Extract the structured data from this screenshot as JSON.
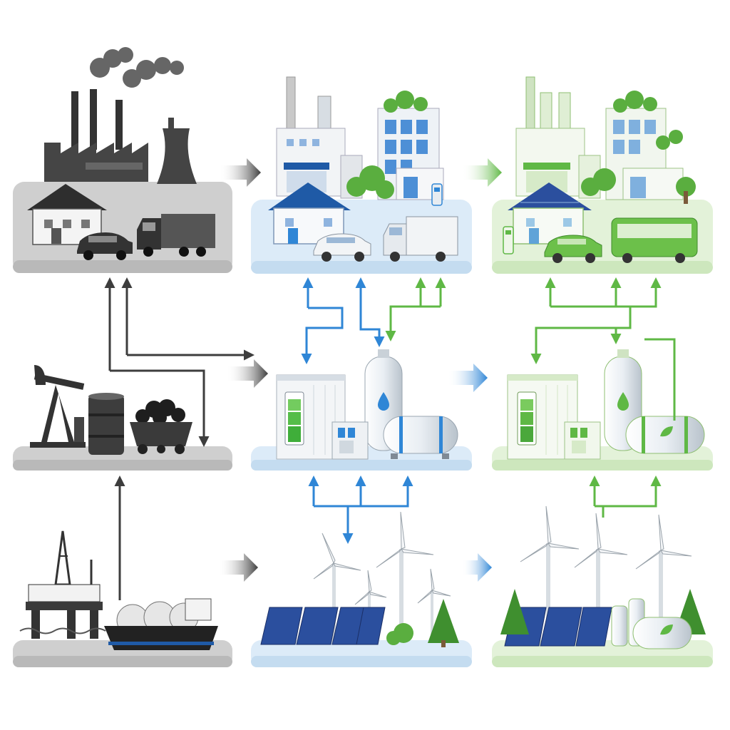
{
  "stages": [
    {
      "id": "fossil",
      "theme_color": "#3a3a3a",
      "platform_color": "#cfcfcf"
    },
    {
      "id": "transition",
      "theme_color": "#2f86d6",
      "platform_color": "#dcebf8"
    },
    {
      "id": "green",
      "theme_color": "#5fb845",
      "platform_color": "#e3f2d9"
    }
  ],
  "rows": [
    {
      "id": "end-use",
      "nodes": [
        "fossil-end-use-scene",
        "transition-end-use-scene",
        "green-end-use-scene"
      ]
    },
    {
      "id": "carriers",
      "nodes": [
        "fossil-fuels-scene",
        "transition-storage-scene",
        "green-storage-scene"
      ]
    },
    {
      "id": "sources",
      "nodes": [
        "fossil-extraction-scene",
        "transition-renewables-scene",
        "green-renewables-scene"
      ]
    }
  ],
  "icons": {
    "smoke": "smoke-icon",
    "factory": "factory-icon",
    "cooling_tower": "cooling-tower-icon",
    "house": "house-icon",
    "car": "car-icon",
    "truck": "truck-icon",
    "bus": "bus-icon",
    "office": "office-building-icon",
    "tree": "tree-icon",
    "charger": "ev-charger-icon",
    "pump_jack": "pump-jack-icon",
    "oil_barrel": "oil-barrel-icon",
    "coal_cart": "coal-cart-icon",
    "battery": "battery-storage-icon",
    "hydrogen_tank": "hydrogen-tank-icon",
    "horizontal_tank": "horizontal-tank-icon",
    "wind_turbine": "wind-turbine-icon",
    "solar_panel": "solar-panel-icon",
    "oil_rig": "oil-rig-icon",
    "lng_ship": "lng-tanker-icon",
    "leaf": "leaf-icon",
    "drop": "water-drop-icon"
  },
  "colors": {
    "gray_dark": "#3d3d3d",
    "gray_mid": "#6e6e6e",
    "gray_light": "#cfcfcf",
    "blue": "#2f86d6",
    "blue_light": "#dcebf8",
    "green": "#5fb845",
    "green_light": "#e3f2d9",
    "solar": "#2b4f9e"
  }
}
